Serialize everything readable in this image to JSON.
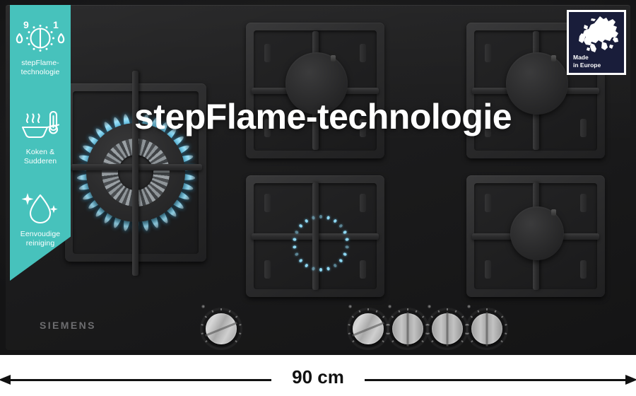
{
  "product": {
    "brand": "SIEMENS",
    "headline": "stepFlame-technologie",
    "width_label": "90 cm"
  },
  "badge": {
    "name": "made-in-europe-badge",
    "text": "Made\nin Europe",
    "bg_color": "#191d3a",
    "map_color": "#ffffff"
  },
  "banner": {
    "bg_color": "#47c2bc",
    "text_color": "#ffffff",
    "features": [
      {
        "icon": "flame-dial-icon",
        "label": "stepFlame-\ntechnologie",
        "dial_left_number": "9",
        "dial_right_number": "1"
      },
      {
        "icon": "pan-thermometer-icon",
        "label": "Koken &\nSudderen"
      },
      {
        "icon": "water-drop-sparkle-icon",
        "label": "Eenvoudige\nreiniging"
      }
    ]
  },
  "cooktop": {
    "surface_color": "#1b1b1c",
    "grate_color": "#2e2e2f",
    "flame_color": "#53c8f5",
    "burners": [
      {
        "name": "burner-front-left",
        "state": "lit-high"
      },
      {
        "name": "burner-rear-center",
        "state": "off"
      },
      {
        "name": "burner-rear-right",
        "state": "off"
      },
      {
        "name": "burner-front-center",
        "state": "lit-simmer"
      },
      {
        "name": "burner-front-right",
        "state": "off"
      }
    ],
    "knobs": [
      {
        "name": "knob-front-left",
        "position": "on"
      },
      {
        "name": "knob-rear-center",
        "position": "on"
      },
      {
        "name": "knob-rear-right",
        "position": "off"
      },
      {
        "name": "knob-front-center",
        "position": "off"
      },
      {
        "name": "knob-front-right",
        "position": "off"
      }
    ]
  }
}
